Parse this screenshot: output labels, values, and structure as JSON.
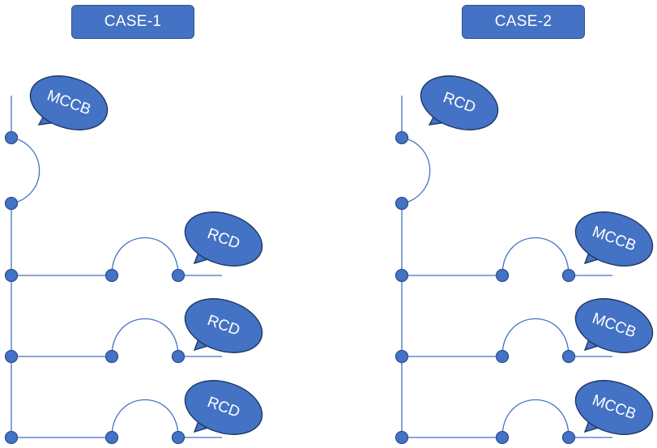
{
  "cases": [
    {
      "title": "CASE-1",
      "main_device": "MCCB",
      "branch_devices": [
        "RCD",
        "RCD",
        "RCD"
      ]
    },
    {
      "title": "CASE-2",
      "main_device": "RCD",
      "branch_devices": [
        "MCCB",
        "MCCB",
        "MCCB"
      ]
    }
  ],
  "colors": {
    "fill": "#4472c4",
    "outline": "#2f528f",
    "callout_outline": "#1f3864",
    "text": "#ffffff"
  }
}
